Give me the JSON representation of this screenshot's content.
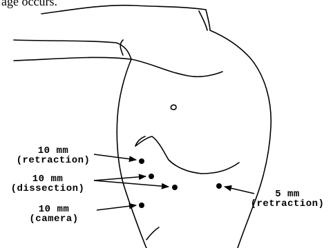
{
  "caption": "age occurs.",
  "ports": [
    {
      "size": "10  mm",
      "purpose": "(retraction)"
    },
    {
      "size": "10  mm",
      "purpose": "(dissection)"
    },
    {
      "size": "10  mm",
      "purpose": "(camera)"
    },
    {
      "size": "5  mm",
      "purpose": "(retraction)"
    }
  ]
}
